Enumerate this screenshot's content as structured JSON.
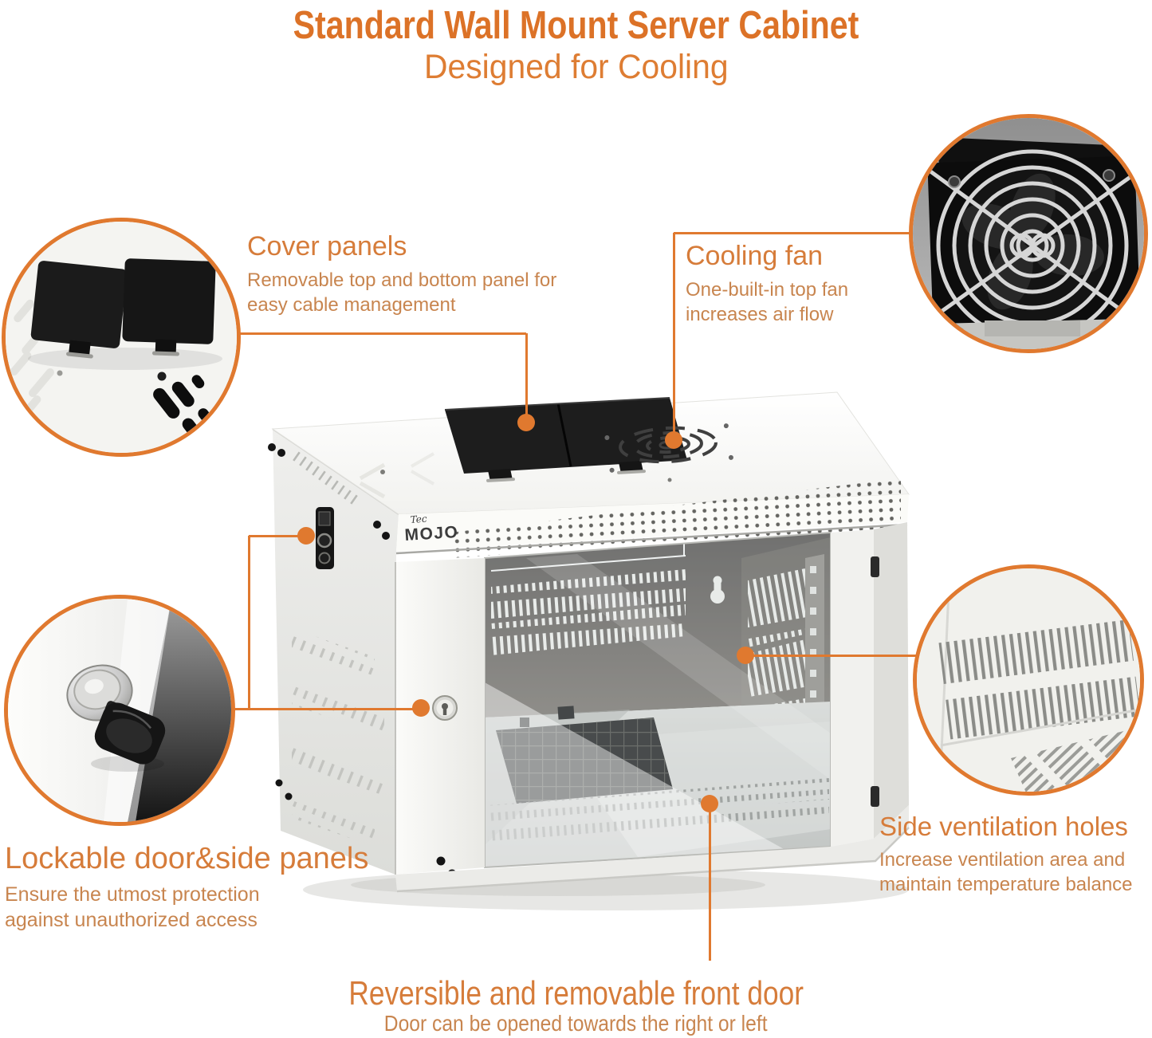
{
  "title": {
    "main": "Standard Wall Mount Server Cabinet",
    "subtitle": "Designed for Cooling"
  },
  "brand": {
    "script": "Tec",
    "name": "MOJO"
  },
  "callouts": {
    "cover_panels": {
      "heading": "Cover panels",
      "line1": "Removable top and bottom panel for",
      "line2": "easy cable management"
    },
    "cooling_fan": {
      "heading": "Cooling fan",
      "line1": "One-built-in top fan",
      "line2": "increases air flow"
    },
    "lockable_door": {
      "heading": "Lockable door&side panels",
      "line1": "Ensure the utmost protection",
      "line2": "against unauthorized access"
    },
    "side_ventilation": {
      "heading": "Side ventilation holes",
      "line1": "Increase ventilation area and",
      "line2": "maintain temperature balance"
    },
    "front_door": {
      "heading": "Reversible and removable front door",
      "line1": "Door can be opened towards the right or left"
    }
  },
  "colors": {
    "title_orange": "#DC7227",
    "subtitle_orange": "#DE7D33",
    "heading_orange": "#D67C3A",
    "body_orange": "#C8854F",
    "accent": "#E0792F"
  }
}
